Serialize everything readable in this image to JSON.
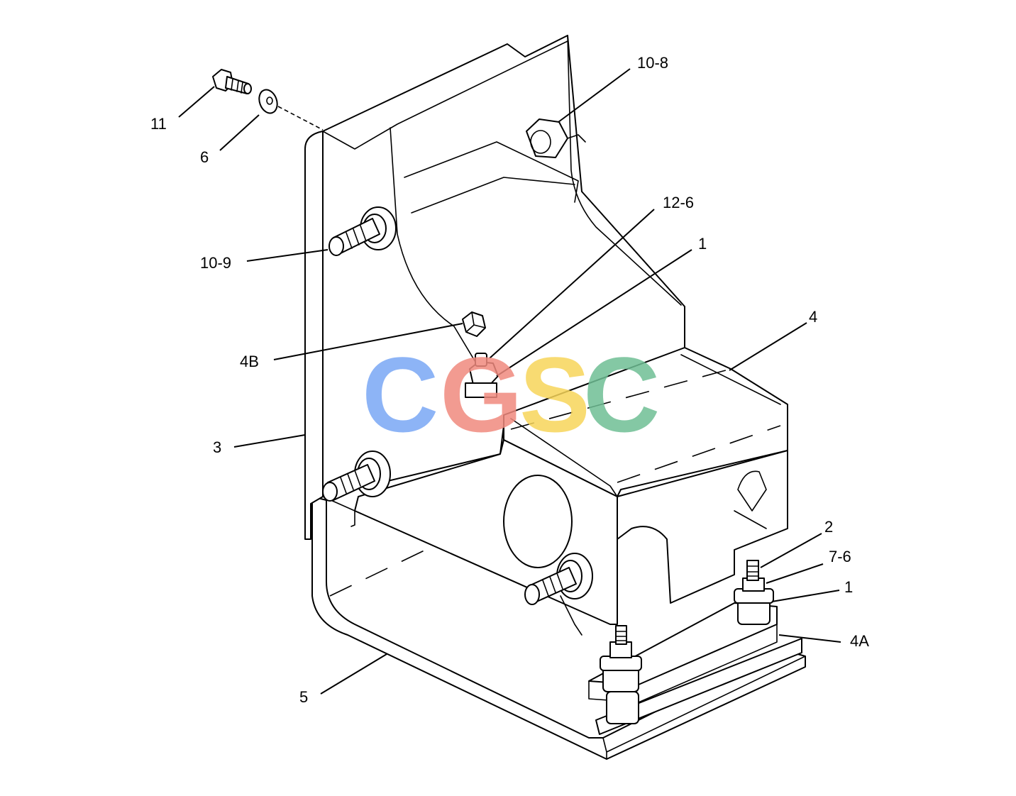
{
  "callouts": {
    "c_11": "11",
    "c_6": "6",
    "c_10_8": "10-8",
    "c_10_9": "10-9",
    "c_12_6": "12-6",
    "c_1_top": "1",
    "c_4": "4",
    "c_4b": "4B",
    "c_3": "3",
    "c_2": "2",
    "c_7_6": "7-6",
    "c_1_bottom": "1",
    "c_4a": "4A",
    "c_5": "5"
  },
  "watermark": {
    "letters": [
      "C",
      "G",
      "S",
      "C"
    ],
    "colors": [
      "#7aa7f5",
      "#f08a7e",
      "#f7d55a",
      "#6fbf95"
    ]
  }
}
